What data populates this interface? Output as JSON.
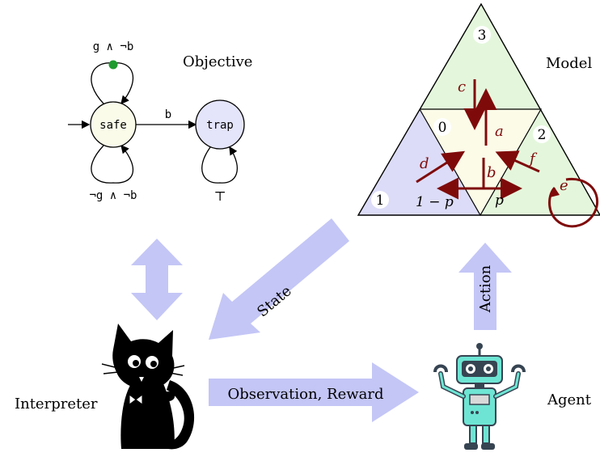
{
  "objective": {
    "title": "Objective",
    "safe_state": "safe",
    "trap_state": "trap",
    "safe_loop_top_label": "g ∧ ¬b",
    "safe_loop_bottom_label": "¬g ∧ ¬b",
    "transition_label": "b",
    "trap_loop_label": "⊤",
    "colors": {
      "safe_fill": "#fbfbea",
      "trap_fill": "#e4e4fb",
      "accepting_dot": "#1f9a2f"
    }
  },
  "model": {
    "title": "Model",
    "region_labels": [
      "0",
      "1",
      "2",
      "3"
    ],
    "action_labels": [
      "a",
      "b",
      "c",
      "d",
      "e",
      "f"
    ],
    "probability_left": "1 − p",
    "probability_right": "p",
    "colors": {
      "top_region": "#e4f7dc",
      "left_region": "#dcdcf8",
      "right_region": "#e4f7dc",
      "center_region": "#fbfbe8",
      "arrow": "#7f0a0a"
    }
  },
  "arrows": {
    "state_label": "State",
    "action_label": "Action",
    "observation_label": "Observation, Reward",
    "color": "#c4c6f6"
  },
  "interpreter": {
    "label": "Interpreter"
  },
  "agent": {
    "label": "Agent",
    "colors": {
      "body": "#6ee5d4",
      "dark": "#364452"
    }
  }
}
